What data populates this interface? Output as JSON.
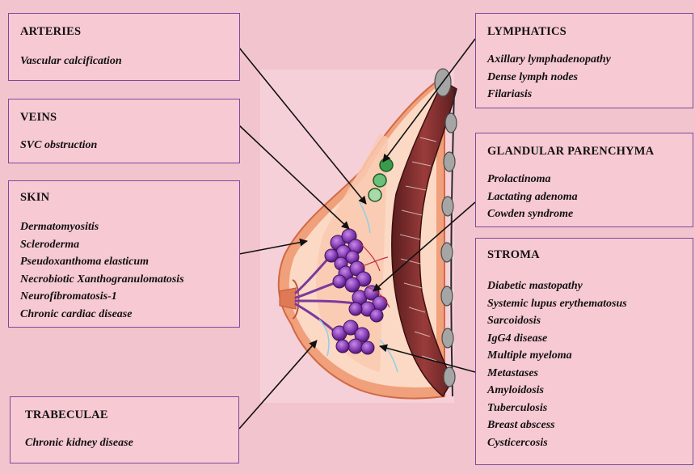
{
  "colors": {
    "background": "#f2c4cd",
    "box_fill": "#f7c9d3",
    "box_border": "#7b4a9d",
    "lobule_purple": "#8a3fb8",
    "muscle_brown": "#7a2d2d",
    "lymph_node_green": "#3a9c4a",
    "rib_gray": "#8e8e8e"
  },
  "boxes": {
    "arteries": {
      "title": "ARTERIES",
      "items": [
        "Vascular calcification"
      ]
    },
    "veins": {
      "title": "VEINS",
      "items": [
        "SVC obstruction"
      ]
    },
    "skin": {
      "title": "SKIN",
      "items": [
        "Dermatomyositis",
        "Scleroderma",
        "Pseudoxanthoma elasticum",
        "Necrobiotic Xanthogranulomatosis",
        "Neurofibromatosis-1",
        "Chronic cardiac disease"
      ]
    },
    "trabeculae": {
      "title": "TRABECULAE",
      "items": [
        "Chronic kidney disease"
      ]
    },
    "lymphatics": {
      "title": "LYMPHATICS",
      "items": [
        "Axillary lymphadenopathy",
        "Dense lymph nodes",
        "Filariasis"
      ]
    },
    "glandular": {
      "title": "GLANDULAR PARENCHYMA",
      "items": [
        "Prolactinoma",
        "Lactating adenoma",
        "Cowden syndrome"
      ]
    },
    "stroma": {
      "title": "STROMA",
      "items": [
        "Diabetic mastopathy",
        "Systemic lupus erythematosus",
        "Sarcoidosis",
        "IgG4 disease",
        "Multiple myeloma",
        "Metastases",
        "Amyloidosis",
        "Tuberculosis",
        "Breast abscess",
        "Cysticercosis"
      ]
    }
  }
}
